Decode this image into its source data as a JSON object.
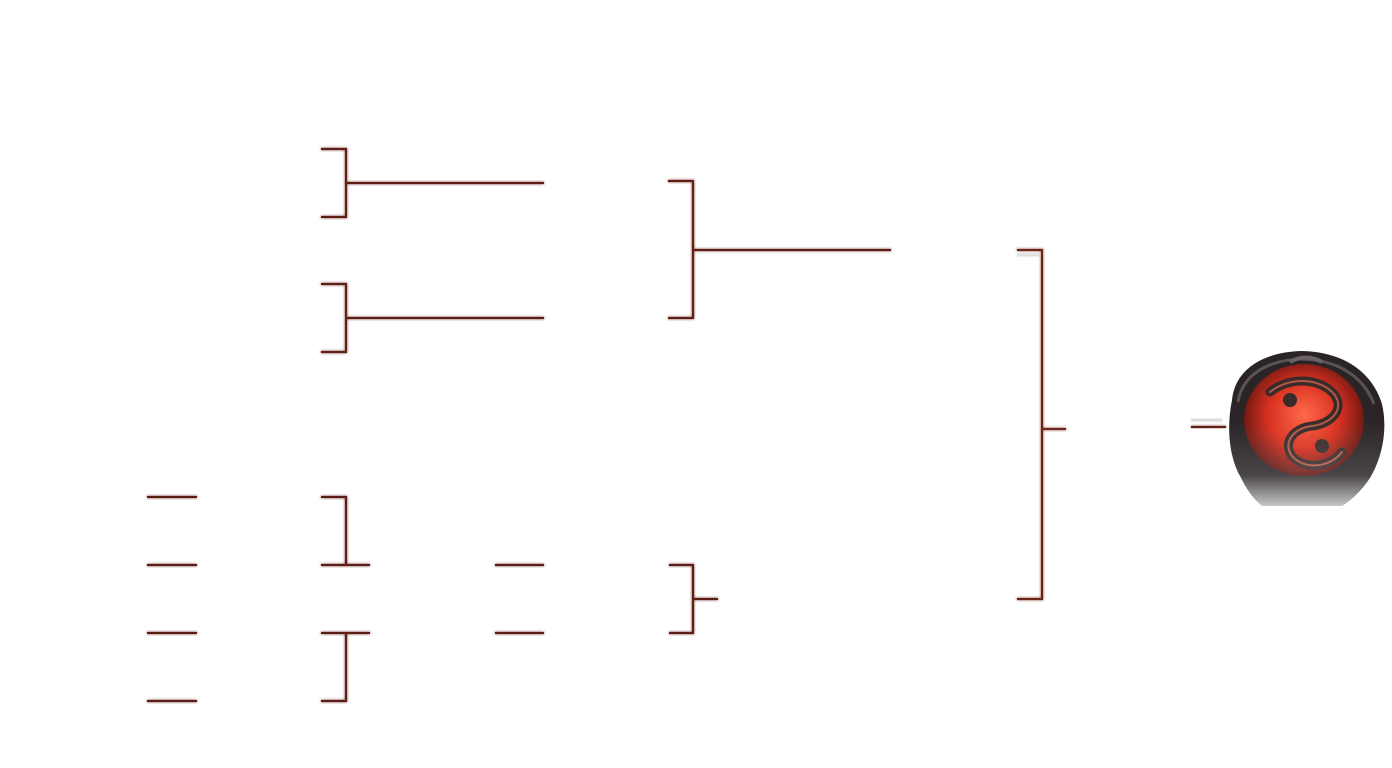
{
  "colors": {
    "line_dark": "#3a1410",
    "line_glow": "#e8452c",
    "aegis_core": "#e0392a",
    "aegis_shell": "#2a2426",
    "aegis_rim": "#4a4244"
  },
  "icons": {
    "trophy": "aegis-trophy-icon"
  },
  "bracket": {
    "upper_round_1": {
      "matches": 2
    },
    "upper_final": {
      "matches": 1
    },
    "lower_round_1": {
      "slots": 4
    },
    "lower_round_2": {
      "matches": 2
    },
    "lower_round_3": {
      "slots": 2
    },
    "lower_semifinal": {
      "matches": 1
    },
    "lower_final": {
      "slots": 1
    },
    "grand_final": {
      "matches": 1
    }
  }
}
